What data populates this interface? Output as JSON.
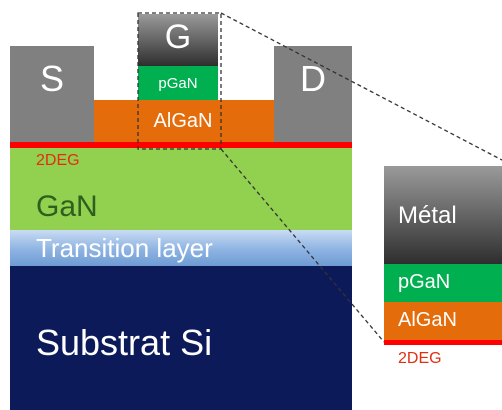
{
  "device": {
    "source_label": "S",
    "gate_label": "G",
    "drain_label": "D",
    "pgan_label": "pGaN",
    "algan_label": "AlGaN",
    "twodeg_label": "2DEG",
    "gan_label": "GaN",
    "transition_label": "Transition layer",
    "substrate_label": "Substrat Si"
  },
  "zoom": {
    "metal_label": "Métal",
    "pgan_label": "pGaN",
    "algan_label": "AlGaN",
    "twodeg_label": "2DEG"
  },
  "colors": {
    "metal": "#7f7f7f",
    "pgan": "#00b050",
    "algan": "#e46c0a",
    "twodeg": "#ff0000",
    "gan": "#92d050",
    "transition": "#8db3e2",
    "substrate": "#0c1a5a"
  }
}
